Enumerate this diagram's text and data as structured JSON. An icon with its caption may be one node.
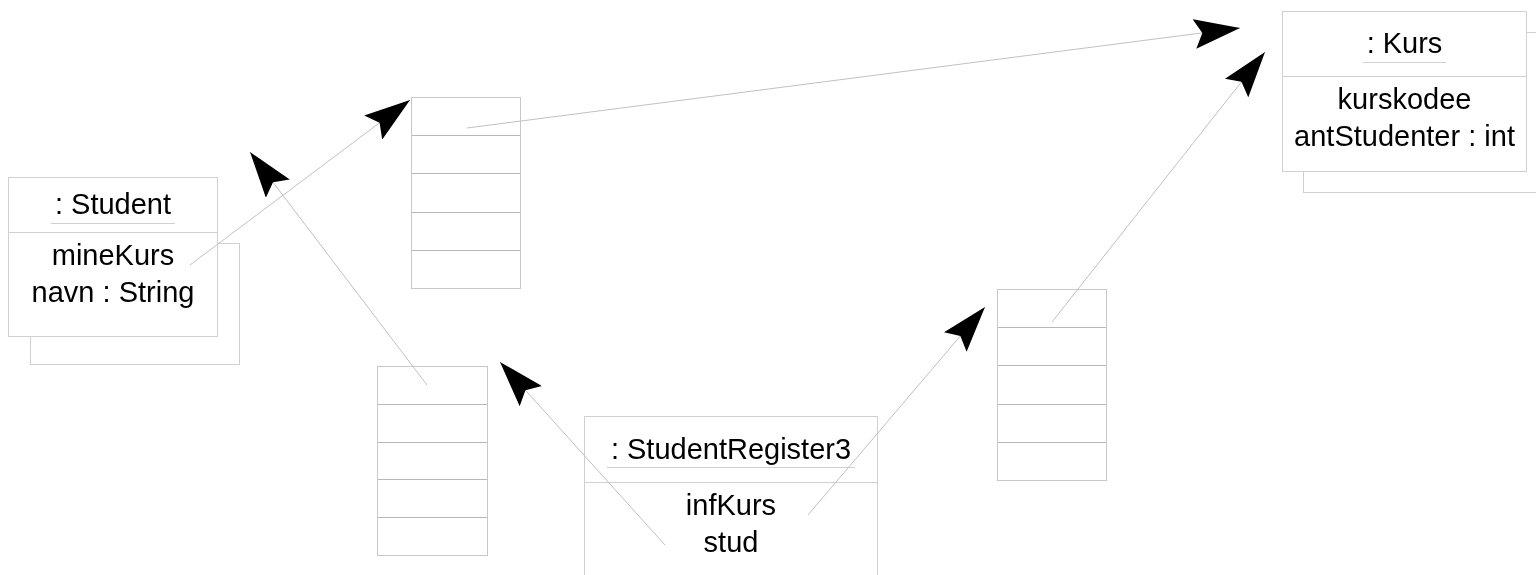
{
  "diagram": {
    "nodes": [
      {
        "text": [
          ": Student",
          "mineKurs",
          "navn : String"
        ]
      },
      {
        "text": [],
        "shape": "array"
      },
      {
        "text": [
          ": Kurs",
          "kurskodee",
          "antStudenter : int"
        ]
      },
      {
        "text": [],
        "shape": "array"
      },
      {
        "text": [
          ": StudentRegister3",
          "infKurs",
          "stud"
        ]
      },
      {
        "text": [],
        "shape": "array"
      }
    ],
    "edges": [
      {
        "from": 0,
        "to": 1,
        "arrow": "to"
      },
      {
        "from": 1,
        "to": 2,
        "arrow": "to"
      },
      {
        "from": 3,
        "to": 0,
        "arrow": "to"
      },
      {
        "from": 4,
        "to": 3,
        "arrow": "to"
      },
      {
        "from": 4,
        "to": 5,
        "arrow": "to"
      },
      {
        "from": 5,
        "to": 2,
        "arrow": "to"
      }
    ]
  }
}
